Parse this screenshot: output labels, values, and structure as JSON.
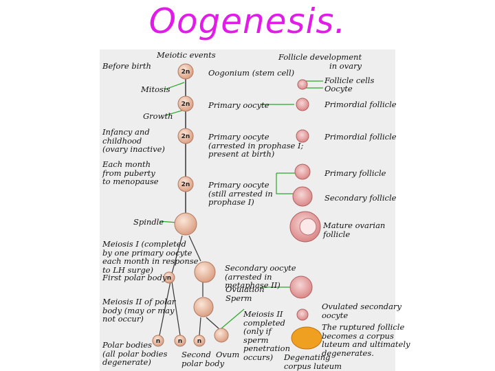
{
  "title": "Oogenesis.",
  "headers": {
    "meiotic": "Meiotic events",
    "follicle": "Follicle development\nin ovary"
  },
  "left": {
    "before_birth": "Before birth",
    "mitosis": "Mitosis",
    "growth": "Growth",
    "infancy": "Infancy and\nchildhood\n(ovary inactive)",
    "each_month": "Each month\nfrom puberty\nto menopause",
    "spindle": "Spindle",
    "meiosis1": "Meiosis I (completed\nby one primary oocyte\neach month in response\nto LH surge)",
    "first_polar": "First polar body",
    "meiosis2_polar": "Meiosis II of polar\nbody (may or may\nnot occur)",
    "polar_bodies": "Polar bodies\n(all polar bodies\ndegenerate)",
    "second_polar": "Second\npolar body",
    "ovum": "Ovum"
  },
  "middle": {
    "oogonium": "Oogonium (stem cell)",
    "primary1": "Primary oocyte",
    "primary2": "Primary oocyte\n(arrested in prophase I;\npresent at birth)",
    "primary3": "Primary oocyte\n(still arrested in\nprophase I)",
    "secondary": "Secondary oocyte\n(arrested in\nmetaphase II)",
    "ovulation": "Ovulation",
    "sperm": "Sperm",
    "meiosis2": "Meiosis II\ncompleted\n(only if\nsperm\npenetration\noccurs)"
  },
  "right": {
    "follicle_cells": "Follicle cells",
    "oocyte": "Oocyte",
    "primordial1": "Primordial follicle",
    "primordial2": "Primordial follicle",
    "primary_follicle": "Primary follicle",
    "secondary_follicle": "Secondary follicle",
    "mature": "Mature ovarian\nfollicle",
    "ovulated": "Ovulated secondary\noocyte",
    "ruptured": "The ruptured follicle\nbecomes a corpus\nluteum and ultimately\ndegenerates.",
    "degenerating1": "Degenating",
    "degenerating2": "corpus luteum"
  },
  "cells": {
    "n2": "2n",
    "n": "n"
  },
  "colors": {
    "title": "#e21ce8",
    "line": "#2aa62a",
    "cell": "#f2c9b0",
    "follicle": "#e8a0a0",
    "luteum": "#f0a020"
  }
}
